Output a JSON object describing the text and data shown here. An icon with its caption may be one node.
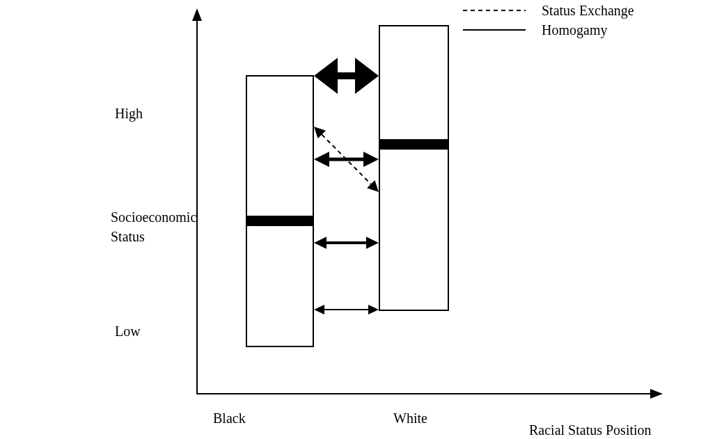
{
  "diagram": {
    "nodes": [
      {
        "text": [],
        "shape": "bar"
      },
      {
        "text": [],
        "shape": "bar"
      }
    ],
    "edges": [
      {
        "from": 0,
        "to": 1,
        "arrow": "both",
        "style": "thick"
      },
      {
        "from": 0,
        "to": 1,
        "arrow": "both"
      },
      {
        "from": 0,
        "to": 1,
        "arrow": "both",
        "style": "dashed"
      },
      {
        "from": 0,
        "to": 1,
        "arrow": "both"
      },
      {
        "from": 0,
        "to": 1,
        "arrow": "both"
      }
    ],
    "labels": [
      "High",
      "Socioeconomic Status",
      "Low",
      "Black",
      "White",
      "Racial Status Position"
    ],
    "legend": [
      {
        "text": "Status Exchange"
      },
      {
        "text": "Homogamy"
      }
    ]
  }
}
